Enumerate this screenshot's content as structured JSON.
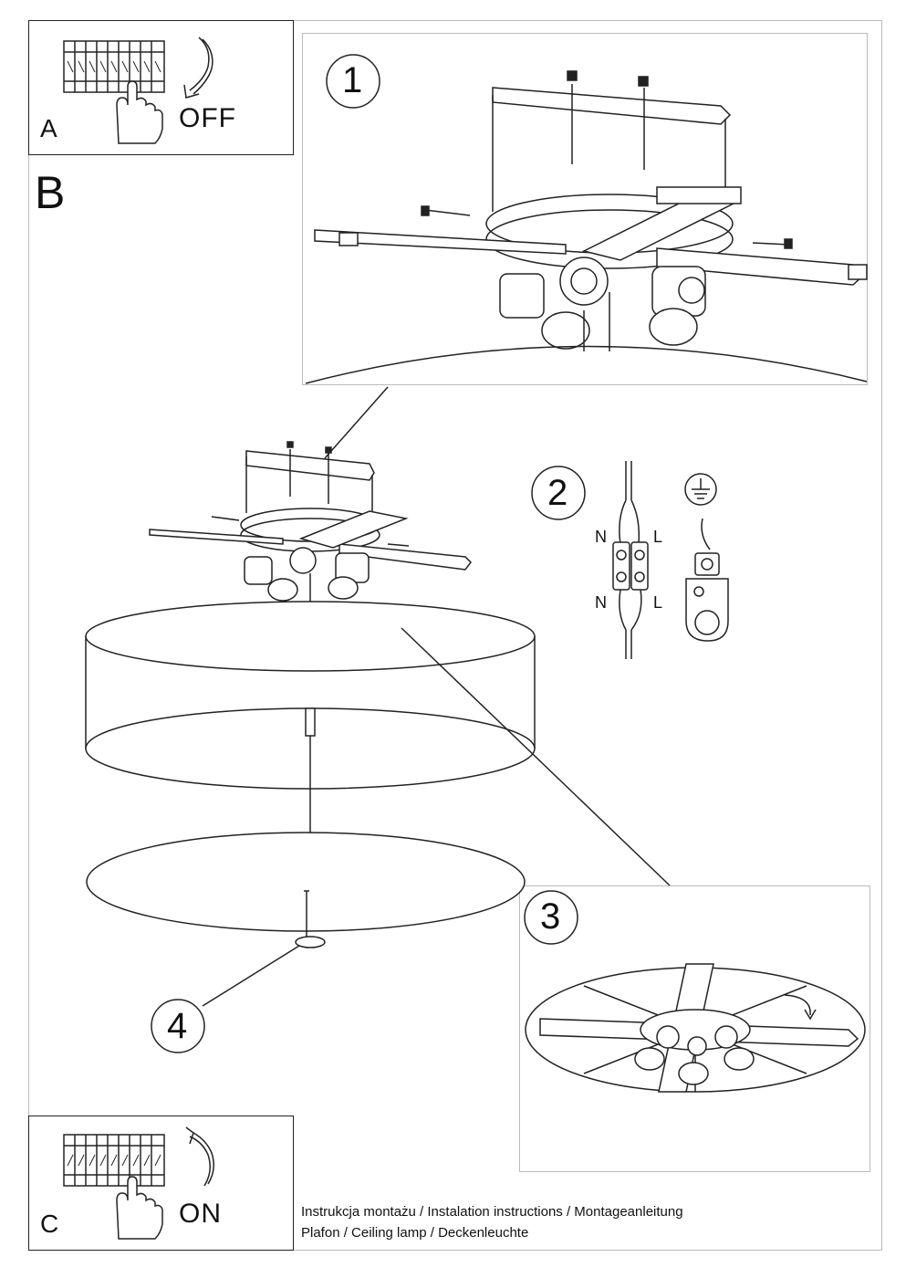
{
  "panel_a": {
    "letter": "A",
    "word": "OFF"
  },
  "section_b": {
    "letter": "B"
  },
  "panel_c": {
    "letter": "C",
    "word": "ON"
  },
  "steps": {
    "step1": "1",
    "step2": "2",
    "step3": "3",
    "step4": "4"
  },
  "wiring": {
    "neutral_top": "N",
    "live_top": "L",
    "neutral_bottom": "N",
    "live_bottom": "L"
  },
  "footer": {
    "line1": "Instrukcja montażu / Instalation instructions / Montageanleitung",
    "line2": "Plafon / Ceiling lamp / Deckenleuchte"
  },
  "icons": {
    "breaker": "circuit-breaker-icon",
    "hand": "hand-pointer-icon",
    "arrow_off": "curved-arrow-down-icon",
    "arrow_on": "curved-arrow-up-icon",
    "ground": "ground-symbol-icon"
  }
}
